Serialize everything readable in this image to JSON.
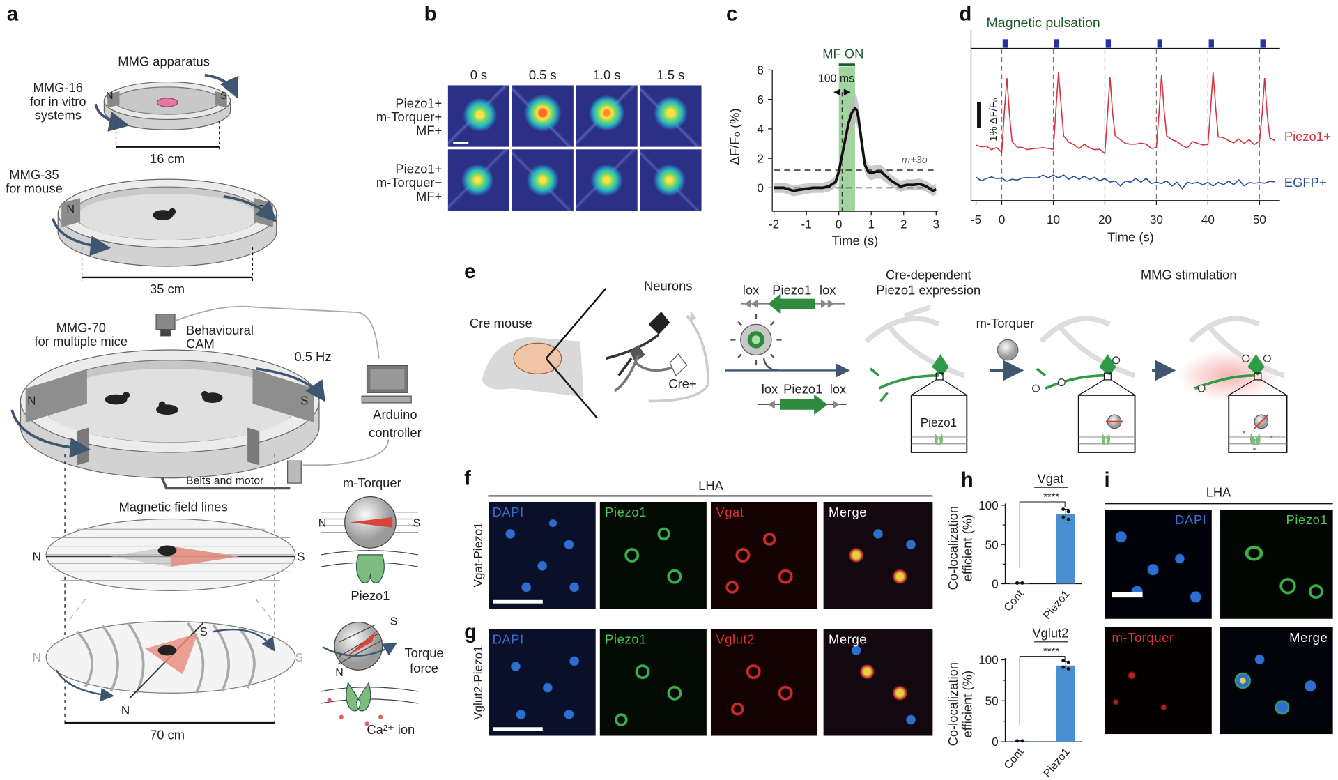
{
  "panel_labels": {
    "a": "a",
    "b": "b",
    "c": "c",
    "d": "d",
    "e": "e",
    "f": "f",
    "g": "g",
    "h": "h",
    "i": "i"
  },
  "panel_a": {
    "apparatus_title": "MMG apparatus",
    "mmg16": [
      "MMG-16",
      "for in vitro",
      "systems"
    ],
    "mmg16_size": "16 cm",
    "mmg35": [
      "MMG-35",
      "for mouse"
    ],
    "mmg35_size": "35 cm",
    "mmg70": [
      "MMG-70",
      "for multiple mice"
    ],
    "camera": [
      "Behavioural",
      "CAM"
    ],
    "frequency": "0.5 Hz",
    "controller": [
      "Arduino",
      "controller"
    ],
    "belts": "Belts and motor",
    "field_lines": "Magnetic field lines",
    "mmg70_size": "70 cm",
    "north": "N",
    "south": "S",
    "torquer_title": "m-Torquer",
    "piezo1": "Piezo1",
    "torque_force": [
      "Torque",
      "force"
    ],
    "ca_ion": "Ca²⁺ ion"
  },
  "panel_b": {
    "times": [
      "0 s",
      "0.5 s",
      "1.0 s",
      "1.5 s"
    ],
    "rows": [
      {
        "label": [
          "Piezo1+",
          "m-Torquer+",
          "MF+"
        ]
      },
      {
        "label": [
          "Piezo1+",
          "m-Torquer−",
          "MF+"
        ]
      }
    ]
  },
  "panel_e": {
    "cre_mouse": "Cre mouse",
    "neurons": "Neurons",
    "cre_plus": "Cre+",
    "construct_top": [
      "lox",
      "Piezo1",
      "lox"
    ],
    "construct_bottom": [
      "lox",
      "Piezo1",
      "lox"
    ],
    "expression": [
      "Cre-dependent",
      "Piezo1 expression"
    ],
    "m_torquer": "m-Torquer",
    "stimulation": "MMG stimulation",
    "box_label": "Piezo1"
  },
  "panel_f": {
    "region": "LHA",
    "row_label": "Vgat-Piezo1",
    "channels": [
      "DAPI",
      "Piezo1",
      "Vgat",
      "Merge"
    ]
  },
  "panel_g": {
    "row_label": "Vglut2-Piezo1",
    "channels": [
      "DAPI",
      "Piezo1",
      "Vglut2",
      "Merge"
    ]
  },
  "panel_i": {
    "region": "LHA",
    "channels": [
      "DAPI",
      "Piezo1",
      "m-Torquer",
      "Merge"
    ]
  },
  "colors": {
    "piezo_red": "#d6333f",
    "egfp_blue": "#2a4a9c",
    "mf_green": "#8fcf8c",
    "bar_blue": "#4a90d0",
    "dark_green": "#1e5a2e"
  },
  "chart_data": [
    {
      "id": "c",
      "type": "line",
      "title": "MF ON",
      "annotation_pulse": "100 ms",
      "threshold_label": "m+3σ",
      "xlabel": "Time (s)",
      "ylabel": "ΔF/F₀ (%)",
      "xlim": [
        -2,
        3
      ],
      "ylim": [
        -1.6,
        8
      ],
      "xticks": [
        "-2",
        "-1",
        "0",
        "1",
        "2",
        "3"
      ],
      "yticks": [
        "0",
        "2",
        "4",
        "6",
        "8"
      ],
      "mf_on": [
        0,
        0.5
      ],
      "threshold": 1.2,
      "baseline": 0,
      "x": [
        -2,
        -1.7,
        -1.4,
        -1.1,
        -0.8,
        -0.5,
        -0.3,
        -0.1,
        0,
        0.1,
        0.2,
        0.3,
        0.4,
        0.5,
        0.55,
        0.6,
        0.7,
        0.8,
        0.9,
        1.0,
        1.15,
        1.3,
        1.45,
        1.6,
        1.75,
        1.9,
        2.1,
        2.3,
        2.5,
        2.7,
        2.9,
        3.0
      ],
      "y": [
        0,
        0,
        -0.2,
        -0.1,
        0,
        0,
        0.1,
        0.4,
        1.1,
        2.2,
        3.3,
        4.4,
        5.1,
        5.4,
        5.3,
        4.8,
        3.2,
        1.6,
        1.1,
        1.0,
        1.1,
        1.1,
        0.8,
        0.5,
        0.3,
        0.1,
        0.2,
        0.2,
        0.25,
        0.1,
        -0.2,
        -0.1
      ]
    },
    {
      "id": "d",
      "type": "line",
      "title": "Magnetic pulsation",
      "pulse_times": [
        0,
        10,
        20,
        30,
        40,
        50
      ],
      "xlabel": "Time (s)",
      "scale_bar_label": "1% ΔF/F₀",
      "scale_bar_value": 1,
      "xlim": [
        -5,
        53
      ],
      "xticks": [
        "-5",
        "0",
        "10",
        "20",
        "30",
        "40",
        "50"
      ],
      "series": [
        {
          "name": "Piezo1+",
          "color": "#d6333f",
          "x": [
            -5,
            -4,
            -3,
            -2,
            -1,
            0,
            0.5,
            1,
            1.5,
            2,
            3,
            4,
            5,
            6,
            7,
            8,
            9,
            10,
            10.5,
            11,
            11.5,
            12,
            13,
            14,
            15,
            16,
            17,
            18,
            19,
            20,
            20.5,
            21,
            21.5,
            22,
            23,
            24,
            25,
            26,
            27,
            28,
            29,
            30,
            30.5,
            31,
            31.5,
            32,
            33,
            34,
            35,
            36,
            37,
            38,
            39,
            40,
            40.5,
            41,
            41.5,
            42,
            43,
            44,
            45,
            46,
            47,
            48,
            49,
            50,
            50.5,
            51,
            51.5,
            52,
            53
          ],
          "y": [
            0,
            -0.1,
            0,
            -0.2,
            -0.1,
            -0.25,
            1.3,
            2.6,
            1.2,
            0.1,
            -0.05,
            -0.1,
            -0.2,
            -0.1,
            -0.15,
            -0.1,
            -0.1,
            -0.2,
            1.4,
            2.8,
            1.6,
            0.4,
            0.1,
            0,
            -0.1,
            0,
            -0.1,
            -0.15,
            -0.2,
            -0.3,
            1.2,
            2.6,
            1.3,
            0.35,
            0.2,
            0.1,
            0,
            0.05,
            0.1,
            0,
            -0.1,
            -0.1,
            1.3,
            2.7,
            1.4,
            0.35,
            0.25,
            0.1,
            0,
            -0.1,
            0.1,
            0.1,
            0,
            0,
            1.4,
            2.8,
            1.5,
            0.35,
            0.25,
            0.2,
            0.1,
            0.2,
            0.1,
            0.2,
            0,
            0.2,
            1.2,
            2.6,
            1.2,
            0.25,
            0.2
          ]
        },
        {
          "name": "EGFP+",
          "color": "#2a4a9c",
          "x": [
            -5,
            -4,
            -3,
            -2,
            -1,
            0,
            1,
            2,
            3,
            4,
            5,
            6,
            7,
            8,
            9,
            10,
            11,
            12,
            13,
            14,
            15,
            16,
            17,
            18,
            19,
            20,
            21,
            22,
            23,
            24,
            25,
            26,
            27,
            28,
            29,
            30,
            31,
            32,
            33,
            34,
            35,
            36,
            37,
            38,
            39,
            40,
            41,
            42,
            43,
            44,
            45,
            46,
            47,
            48,
            49,
            50,
            51,
            52,
            53
          ],
          "y": [
            -1.25,
            -1.4,
            -1.3,
            -1.25,
            -1.3,
            -1.3,
            -1.4,
            -1.35,
            -1.35,
            -1.3,
            -1.25,
            -1.3,
            -1.25,
            -1.2,
            -1.25,
            -1.2,
            -1.25,
            -1.2,
            -1.3,
            -1.25,
            -1.3,
            -1.25,
            -1.3,
            -1.3,
            -1.35,
            -1.35,
            -1.4,
            -1.45,
            -1.55,
            -1.45,
            -1.4,
            -1.35,
            -1.4,
            -1.35,
            -1.45,
            -1.5,
            -1.45,
            -1.45,
            -1.55,
            -1.5,
            -1.65,
            -1.5,
            -1.45,
            -1.5,
            -1.5,
            -1.5,
            -1.55,
            -1.5,
            -1.5,
            -1.45,
            -1.5,
            -1.4,
            -1.55,
            -1.5,
            -1.45,
            -1.5,
            -1.45,
            -1.45,
            -1.4
          ]
        }
      ]
    },
    {
      "id": "h-vgat",
      "type": "bar",
      "title": "Vgat",
      "significance": "****",
      "ylabel": "Co-localization efficient (%)",
      "categories": [
        "Cont",
        "Piezo1"
      ],
      "values": [
        1,
        89
      ],
      "errors": [
        0.5,
        6
      ],
      "points": [
        [
          1,
          1,
          1,
          1
        ],
        [
          95,
          92,
          85,
          82
        ]
      ],
      "ylim": [
        0,
        100
      ],
      "yticks": [
        "0",
        "50",
        "100"
      ]
    },
    {
      "id": "h-vglut2",
      "type": "bar",
      "title": "Vglut2",
      "significance": "****",
      "ylabel": "Co-localization efficient (%)",
      "categories": [
        "Cont",
        "Piezo1"
      ],
      "values": [
        1,
        93
      ],
      "errors": [
        0.5,
        5
      ],
      "points": [
        [
          1,
          1,
          1,
          1
        ],
        [
          99,
          97,
          91,
          89
        ]
      ],
      "ylim": [
        0,
        100
      ],
      "yticks": [
        "0",
        "50",
        "100"
      ]
    }
  ]
}
